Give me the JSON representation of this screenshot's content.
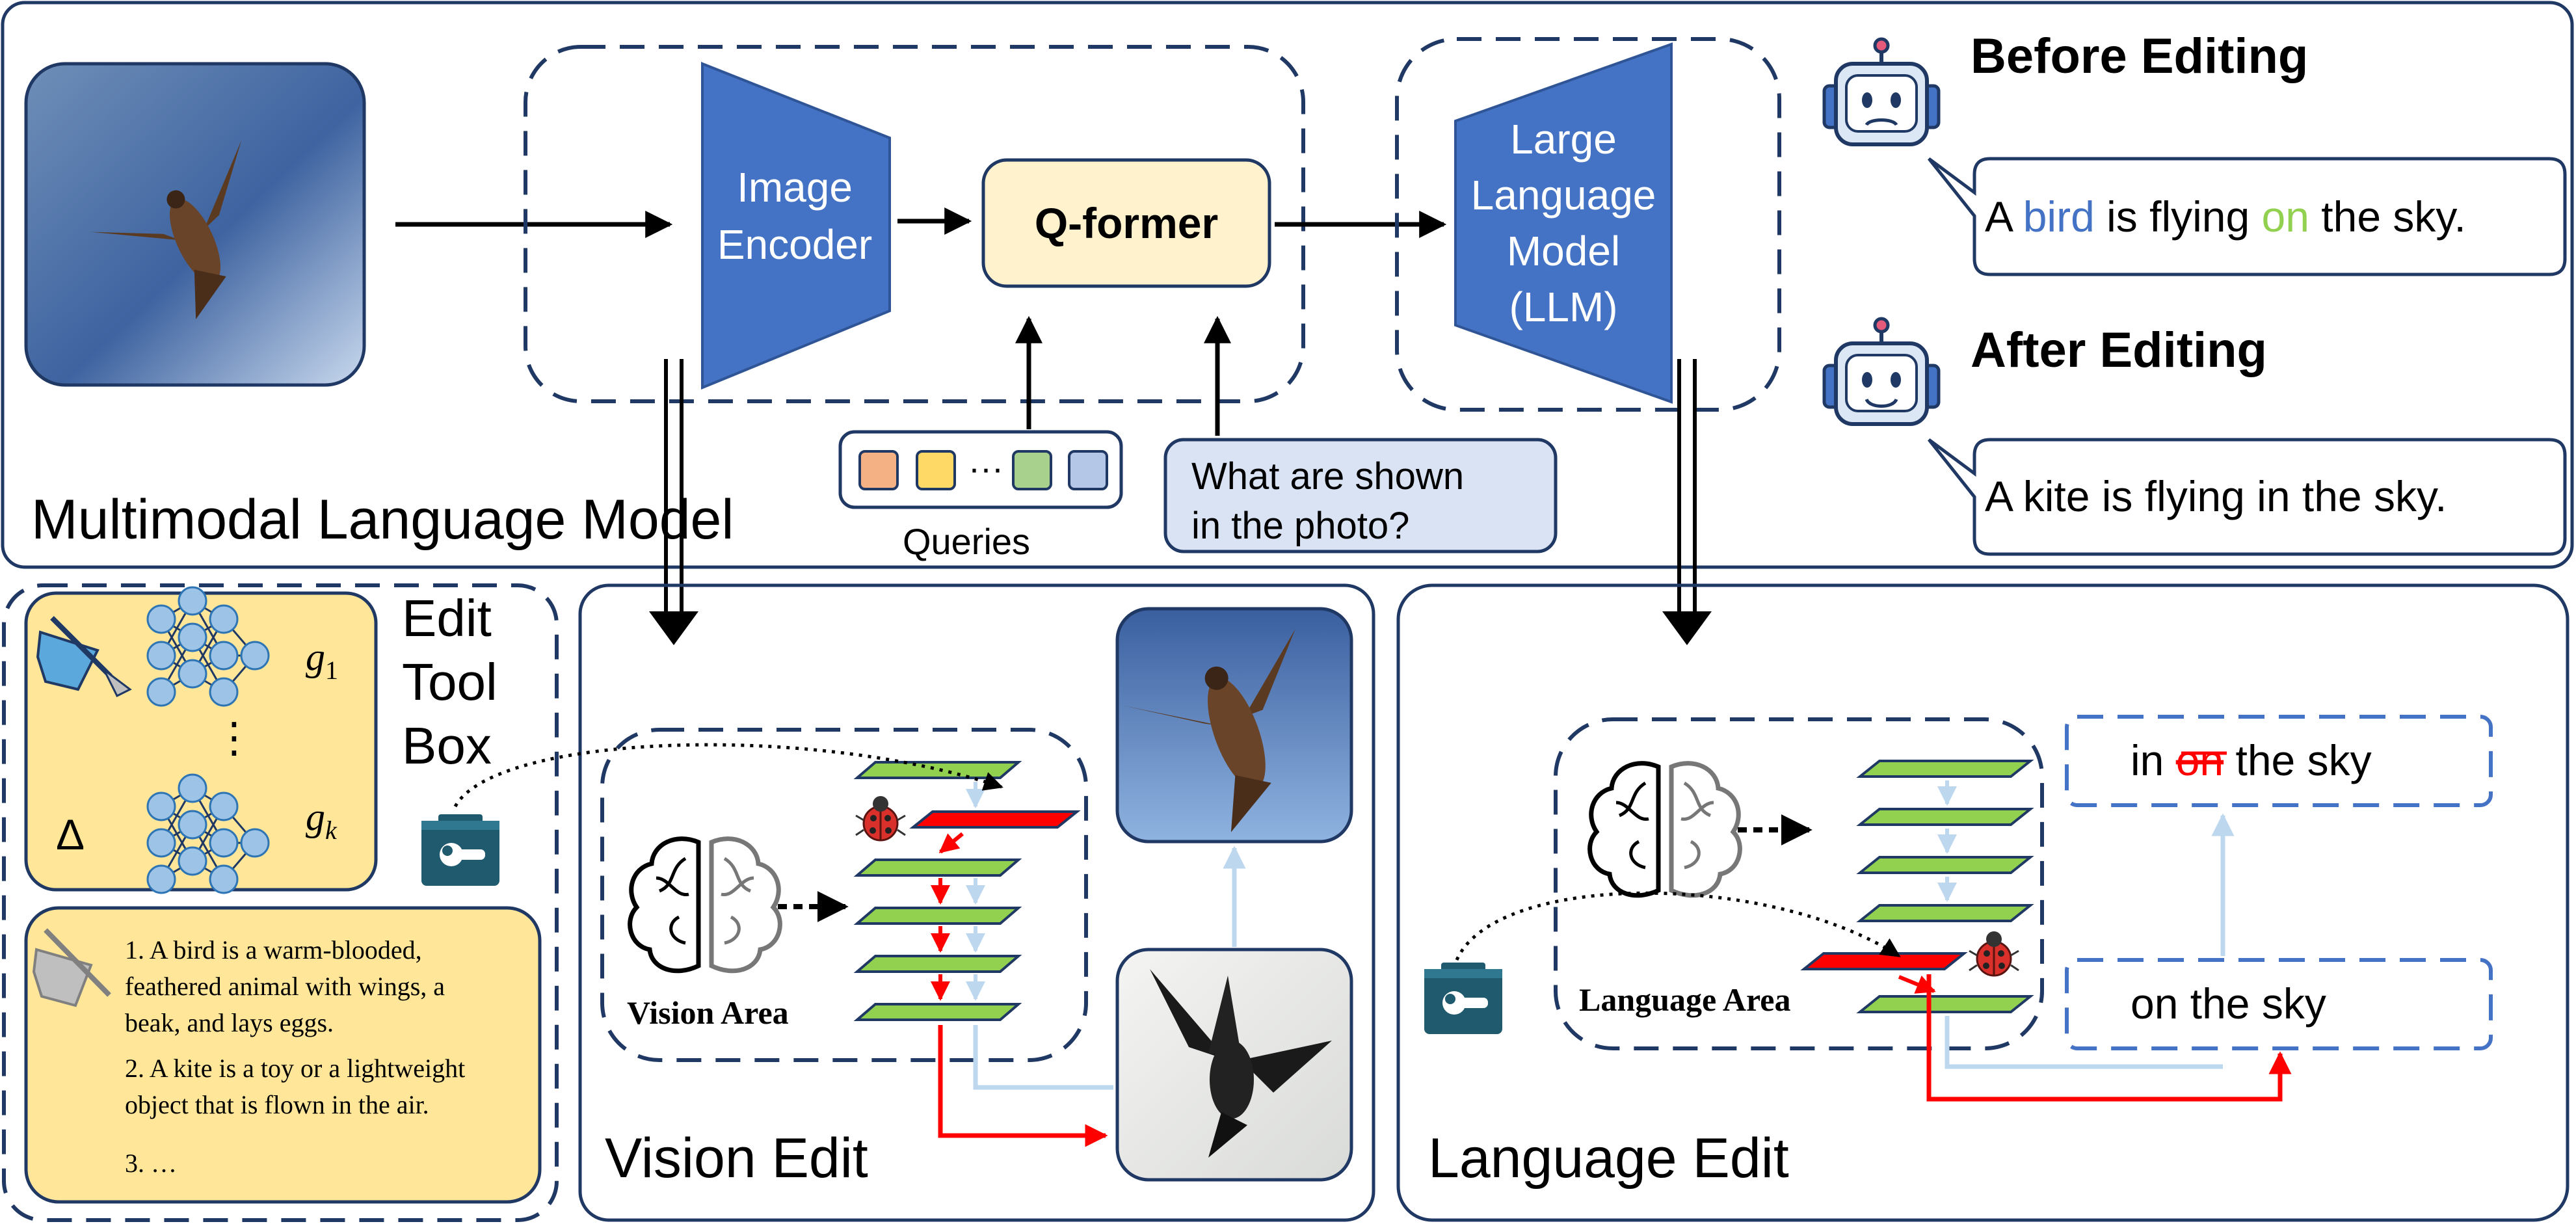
{
  "mllm": {
    "title": "Multimodal Language Model",
    "image_encoder": [
      "Image",
      "Encoder"
    ],
    "qformer": "Q-former",
    "llm": [
      "Large",
      "Language",
      "Model",
      "(LLM)"
    ],
    "queries_label": "Queries",
    "queries_ellipsis": "···",
    "question": [
      "What are shown",
      "in the photo?"
    ],
    "colors": {
      "encoder_fill": "#4472C4",
      "qformer_fill": "#FFF2CC",
      "question_fill": "#DAE3F3",
      "query_tokens": [
        "#F4B183",
        "#FFD966",
        "#A9D18E",
        "#B4C7E7"
      ]
    }
  },
  "before": {
    "heading": "Before Editing",
    "sentence": [
      {
        "text": "A ",
        "color": "#000000"
      },
      {
        "text": "bird",
        "color": "#4472C4"
      },
      {
        "text": " is flying ",
        "color": "#000000"
      },
      {
        "text": "on",
        "color": "#92D050"
      },
      {
        "text": " the sky.",
        "color": "#000000"
      }
    ],
    "robot_icon": "robot-sad-icon"
  },
  "after": {
    "heading": "After Editing",
    "sentence": "A kite is flying in the sky.",
    "robot_icon": "robot-happy-icon"
  },
  "toolbox": {
    "title": [
      "Edit",
      "Tool",
      "Box"
    ],
    "delta": "Δ",
    "g_first": [
      "g",
      "1"
    ],
    "g_last": [
      "g",
      "k"
    ],
    "ellipsis": "⋮",
    "knowledge": [
      [
        "1. A bird is a warm-blooded,",
        "feathered animal with wings, a",
        "beak, and lays eggs."
      ],
      [
        "2. A kite is a toy or a lightweight",
        "object that is flown in the air."
      ],
      [
        "3. …"
      ]
    ],
    "colors": {
      "panel_fill": "#FFE699",
      "neuron_fill": "#9DC3E6"
    }
  },
  "vision": {
    "title": "Vision Edit",
    "area_label": "Vision Area"
  },
  "language": {
    "title": "Language Edit",
    "area_label": "Language Area",
    "output_top": {
      "before": "in ",
      "struck": "on",
      "after": " the sky"
    },
    "output_bottom": "on the sky"
  },
  "colors": {
    "dash_border": "#203864",
    "layer_green": "#92D050",
    "layer_red": "#FF0000",
    "flow_light": "#BDD7EE",
    "flow_red": "#FF0000"
  }
}
